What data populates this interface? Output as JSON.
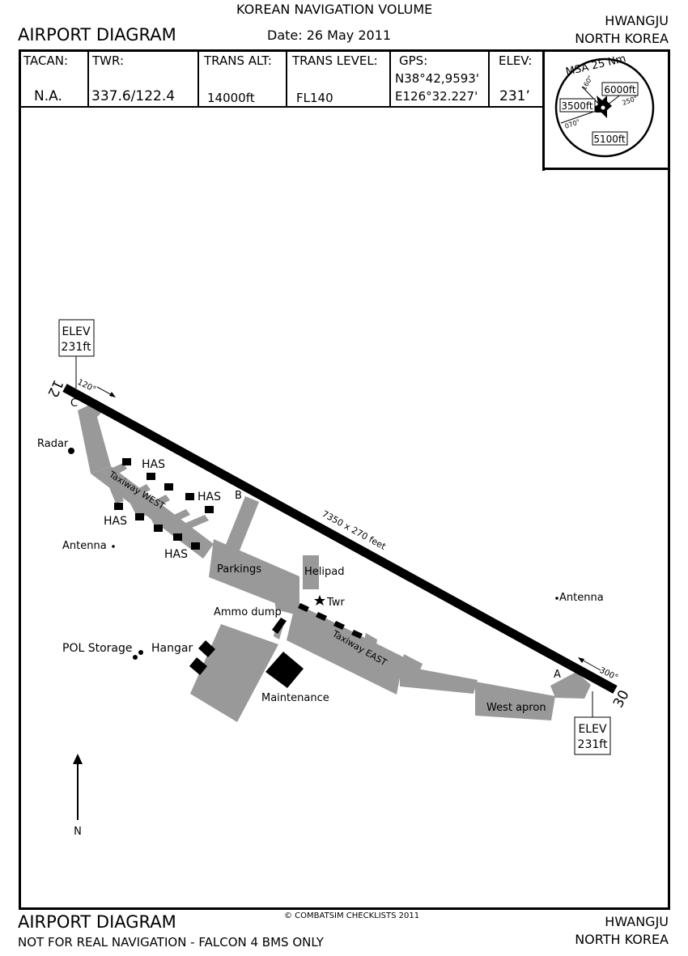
{
  "header": {
    "volume": "KOREAN NAVIGATION VOLUME",
    "title": "AIRPORT DIAGRAM",
    "date": "Date: 26 May 2011",
    "airport": "HWANGJU",
    "country": "NORTH KOREA"
  },
  "info": {
    "tacan_label": "TACAN:",
    "tacan_value": "N.A.",
    "twr_label": "TWR:",
    "twr_value": "337.6/122.4",
    "trans_alt_label": "TRANS ALT:",
    "trans_alt_value": "14000ft",
    "trans_level_label": "TRANS LEVEL:",
    "trans_level_value": "FL140",
    "gps_label": "GPS:",
    "gps_lat": "N38°42,9593'",
    "gps_lon": "E126°32.227'",
    "elev_label": "ELEV:",
    "elev_value": "231’"
  },
  "msa": {
    "title": "MSA 25 Nm",
    "bearing_160": "160°",
    "bearing_250": "250°",
    "bearing_070": "070°",
    "alt_6000": "6000ft",
    "alt_3500": "3500ft",
    "alt_5100": "5100ft"
  },
  "runway": {
    "end_12": "12",
    "end_30": "30",
    "heading_120": "120°",
    "heading_300": "300°",
    "dimensions": "7350 x 270 feet",
    "elev_label": "ELEV",
    "elev_value": "231ft"
  },
  "labels": {
    "radar": "Radar",
    "antenna_west": "Antenna",
    "antenna_east": "Antenna",
    "has": "HAS",
    "taxiway_west": "Taxiway WEST",
    "taxiway_east": "Taxiway EAST",
    "parkings": "Parkings",
    "helipad": "Helipad",
    "ammo_dump": "Ammo dump",
    "tower": "Twr",
    "pol_storage": "POL Storage",
    "hangar": "Hangar",
    "maintenance": "Maintenance",
    "west_apron": "West apron",
    "point_a": "A",
    "point_b": "B",
    "point_c": "C",
    "north": "N"
  },
  "footer": {
    "title": "AIRPORT DIAGRAM",
    "copyright": "© COMBATSIM CHECKLISTS 2011",
    "disclaimer": "NOT FOR REAL NAVIGATION - FALCON 4 BMS ONLY",
    "airport": "HWANGJU",
    "country": "NORTH KOREA"
  },
  "colors": {
    "taxiway": "#999999",
    "runway": "#000000"
  }
}
